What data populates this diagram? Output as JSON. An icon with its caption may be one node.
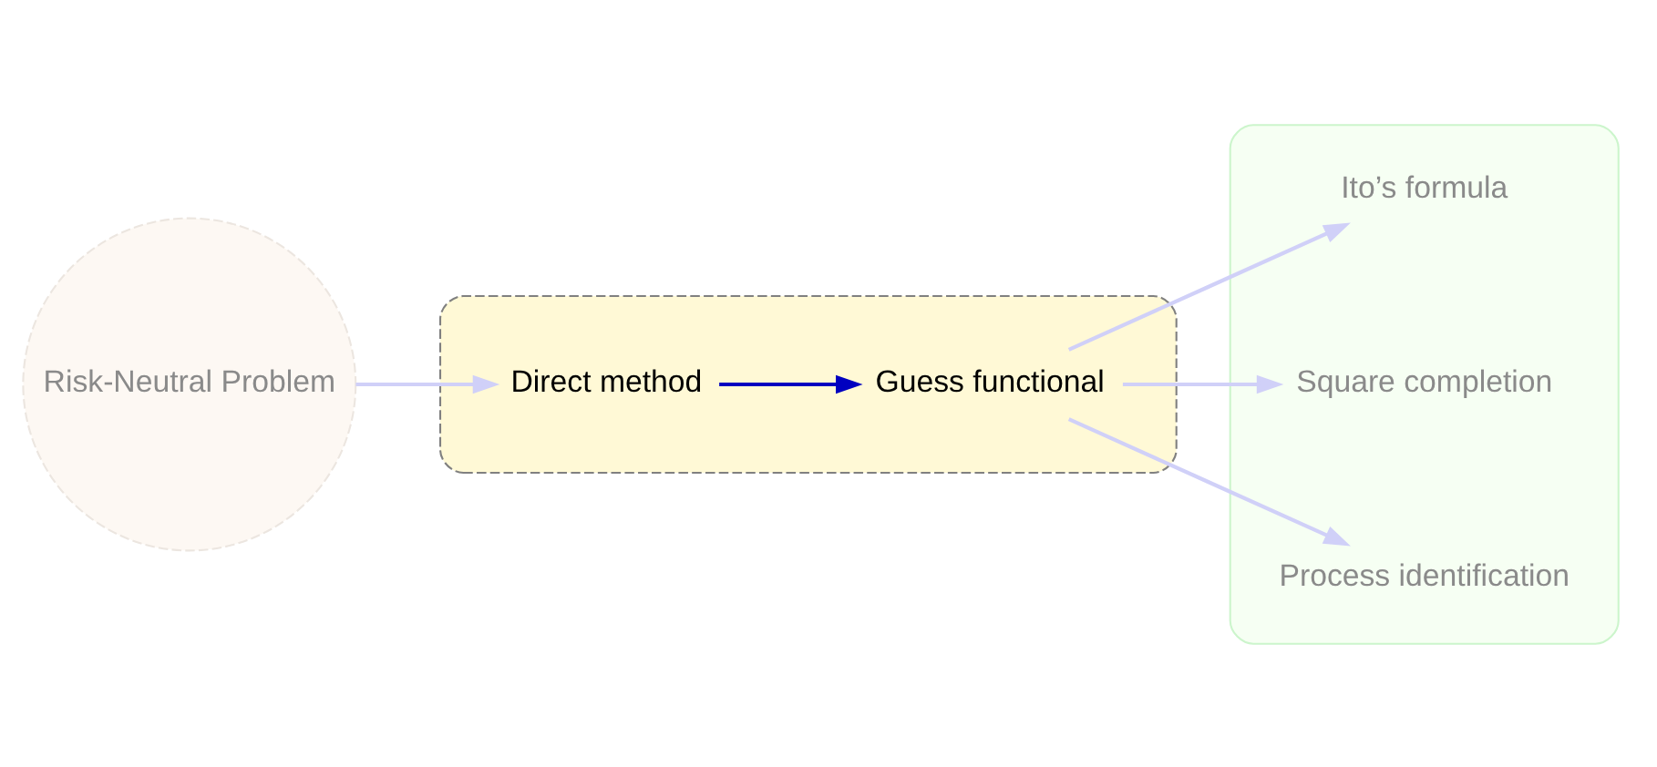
{
  "diagram": {
    "nodes": [
      {
        "text": [
          "Risk-Neutral Problem"
        ]
      },
      {
        "text": [],
        "shape": "box"
      },
      {
        "text": [
          "Direct method"
        ],
        "in": 1
      },
      {
        "text": [
          "Guess functional"
        ],
        "in": 1
      },
      {
        "text": [],
        "shape": "box"
      },
      {
        "text": [
          "Ito’s formula"
        ],
        "in": 4
      },
      {
        "text": [
          "Square completion"
        ],
        "in": 4
      },
      {
        "text": [
          "Process identification"
        ],
        "in": 4
      }
    ],
    "edges": [
      {
        "from": 0,
        "to": 2,
        "arrow": "to"
      },
      {
        "from": 2,
        "to": 3,
        "arrow": "to",
        "color": "#0000c0"
      },
      {
        "from": 3,
        "to": 5,
        "arrow": "to"
      },
      {
        "from": 3,
        "to": 6,
        "arrow": "to"
      },
      {
        "from": 3,
        "to": 7,
        "arrow": "to"
      }
    ]
  }
}
